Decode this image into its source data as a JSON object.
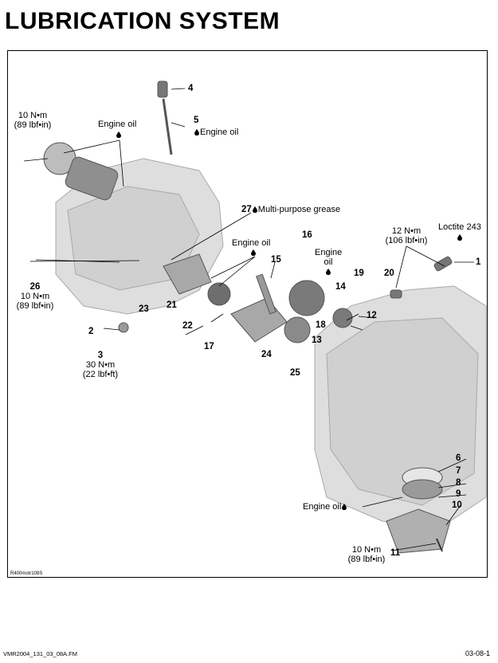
{
  "title": "LUBRICATION SYSTEM",
  "labels": {
    "torque_10nm": "10 N•m",
    "torque_89": "(89 lbf•in)",
    "torque_12nm": "12 N•m",
    "torque_106": "(106 lbf•in)",
    "torque_30nm": "30 N•m",
    "torque_22": "(22 lbf•ft)",
    "engine_oil": "Engine oil",
    "engine_oil_lc": "Engine",
    "oil_lc": "oil",
    "multi_purpose_grease": "Multi-purpose grease",
    "loctite": "Loctite 243"
  },
  "callouts": [
    "1",
    "2",
    "3",
    "4",
    "5",
    "6",
    "7",
    "8",
    "9",
    "10",
    "11",
    "12",
    "13",
    "14",
    "15",
    "16",
    "17",
    "18",
    "19",
    "20",
    "21",
    "22",
    "23",
    "24",
    "25",
    "26",
    "27"
  ],
  "image_ref": "R400motr108S",
  "footer": {
    "file": "VMR2004_131_03_08A.FM",
    "page": "03-08-1"
  }
}
